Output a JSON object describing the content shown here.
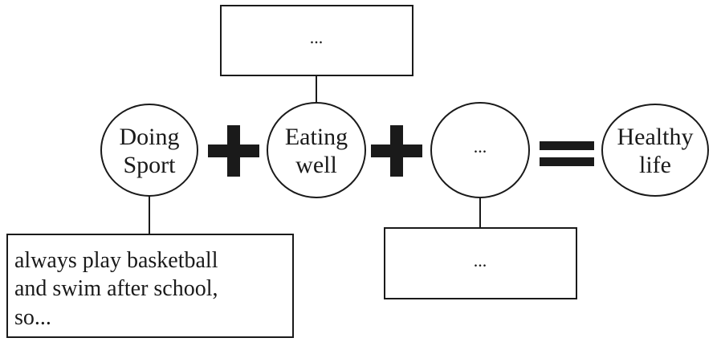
{
  "circles": {
    "doing_sport": {
      "line1": "Doing",
      "line2": "Sport"
    },
    "eating_well": {
      "line1": "Eating",
      "line2": "well"
    },
    "unknown": {
      "text": "..."
    },
    "healthy_life": {
      "line1": "Healthy",
      "line2": "life"
    }
  },
  "boxes": {
    "top": {
      "text": "..."
    },
    "bottom_right": {
      "text": "..."
    },
    "bottom_left": {
      "line1": "always play basketball",
      "line2": "and swim after school,",
      "line3": "so..."
    }
  },
  "operators": {
    "plus": "plus-sign",
    "equals": "equals-sign"
  }
}
